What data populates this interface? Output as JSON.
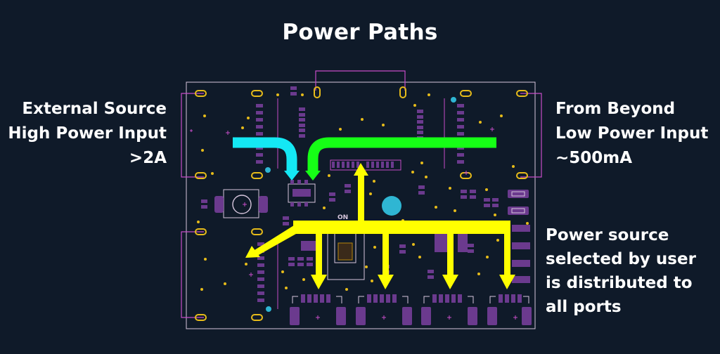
{
  "title": "Power Paths",
  "labels": {
    "external": [
      "External Source",
      "High Power Input",
      ">2A"
    ],
    "beyond": [
      "From Beyond",
      "Low Power Input",
      "~500mA"
    ],
    "distribution": [
      "Power source",
      "selected by user",
      "is distributed to",
      "all ports"
    ],
    "switch_text": "ON"
  },
  "colors": {
    "background": "#0f1a29",
    "board_outline": "#d7c6dd",
    "silkscreen": "#c64cc8",
    "pad": "#6b3a8e",
    "via": "#e6bb1a",
    "hole": "#2fb6d3",
    "arrow_external": "#14e8f4",
    "arrow_beyond": "#16ff16",
    "arrow_distribution": "#ffff00"
  }
}
